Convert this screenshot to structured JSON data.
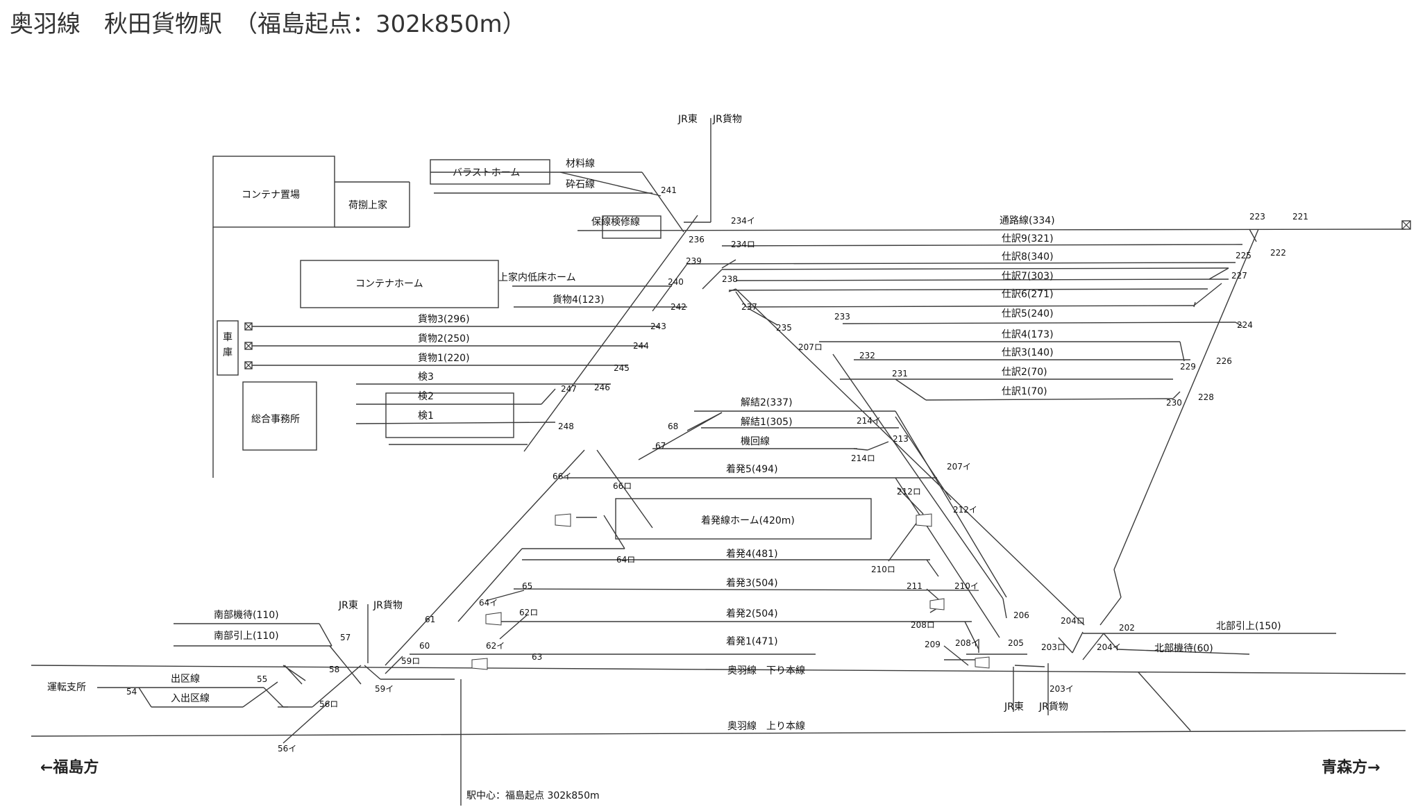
{
  "title": "奥羽線　秋田貨物駅　（福島起点：302k850m）",
  "directions": {
    "left": "←福島方",
    "right": "青森方→"
  },
  "station_center": "駅中心：福島起点 302k850m",
  "facilities": {
    "container_yard": "コンテナ置場",
    "cargo_shed": "荷捌上家",
    "ballast_platform": "バラストホーム",
    "maintenance_track": "保線検修線",
    "container_platform": "コンテナホーム",
    "low_platform": "上家内低床ホーム",
    "depot": "車庫",
    "office": "総合事務所",
    "arrival_platform": "着発線ホーム(420m)"
  },
  "boundaries": {
    "top": [
      "JR東",
      "JR貨物"
    ],
    "left": [
      "JR東",
      "JR貨物"
    ],
    "right": [
      "JR東",
      "JR貨物"
    ]
  },
  "tracks": {
    "material": "材料線",
    "crushed_stone": "砕石線",
    "passage": "通路線(334)",
    "sort9": "仕訳9(321)",
    "sort8": "仕訳8(340)",
    "sort7": "仕訳7(303)",
    "sort6": "仕訳6(271)",
    "sort5": "仕訳5(240)",
    "sort4": "仕訳4(173)",
    "sort3": "仕訳3(140)",
    "sort2": "仕訳2(70)",
    "sort1": "仕訳1(70)",
    "cargo4": "貨物4(123)",
    "cargo3": "貨物3(296)",
    "cargo2": "貨物2(250)",
    "cargo1": "貨物1(220)",
    "inspect3": "検3",
    "inspect2": "検2",
    "inspect1": "検1",
    "uncouple2": "解結2(337)",
    "uncouple1": "解結1(305)",
    "runaround": "機回線",
    "arrdep5": "着発5(494)",
    "arrdep4": "着発4(481)",
    "arrdep3": "着発3(504)",
    "arrdep2": "着発2(504)",
    "arrdep1": "着発1(471)",
    "south_wait": "南部機待(110)",
    "south_pull": "南部引上(110)",
    "north_pull": "北部引上(150)",
    "north_wait": "北部機待(60)",
    "depot_branch": "運転支所",
    "exit_line": "出区線",
    "inout_line": "入出区線",
    "main_down": "奥羽線　下り本線",
    "main_up": "奥羽線　上り本線"
  },
  "switches": {
    "s241": "241",
    "s236": "236",
    "s234i": "234イ",
    "s234ro": "234ロ",
    "s223": "223",
    "s221": "221",
    "s225": "225",
    "s222": "222",
    "s227": "227",
    "s239": "239",
    "s240": "240",
    "s238": "238",
    "s237": "237",
    "s235": "235",
    "s233": "233",
    "s224": "224",
    "s207ro": "207ロ",
    "s232": "232",
    "s229": "229",
    "s226": "226",
    "s231": "231",
    "s230": "230",
    "s228": "228",
    "s242": "242",
    "s243": "243",
    "s244": "244",
    "s245": "245",
    "s246": "246",
    "s247": "247",
    "s248": "248",
    "s68": "68",
    "s67": "67",
    "s214i": "214イ",
    "s213": "213",
    "s214ro": "214ロ",
    "s207i": "207イ",
    "s66i": "66イ",
    "s66ro": "66ロ",
    "s212ro": "212ロ",
    "s212i": "212イ",
    "s64ro": "64ロ",
    "s210ro": "210ロ",
    "s65": "65",
    "s64i": "64イ",
    "s211": "211",
    "s210i": "210イ",
    "s206": "206",
    "s62ro": "62ロ",
    "s61": "61",
    "s208ro": "208ロ",
    "s204ro": "204ロ",
    "s202": "202",
    "s60": "60",
    "s62i": "62イ",
    "s209": "209",
    "s208i": "208イ",
    "s205": "205",
    "s203ro": "203ロ",
    "s204i": "204イ",
    "s63": "63",
    "s57": "57",
    "s59ro": "59ロ",
    "s58": "58",
    "s59i": "59イ",
    "s203i": "203イ",
    "s55": "55",
    "s54": "54",
    "s56ro": "56ロ",
    "s56i": "56イ"
  }
}
